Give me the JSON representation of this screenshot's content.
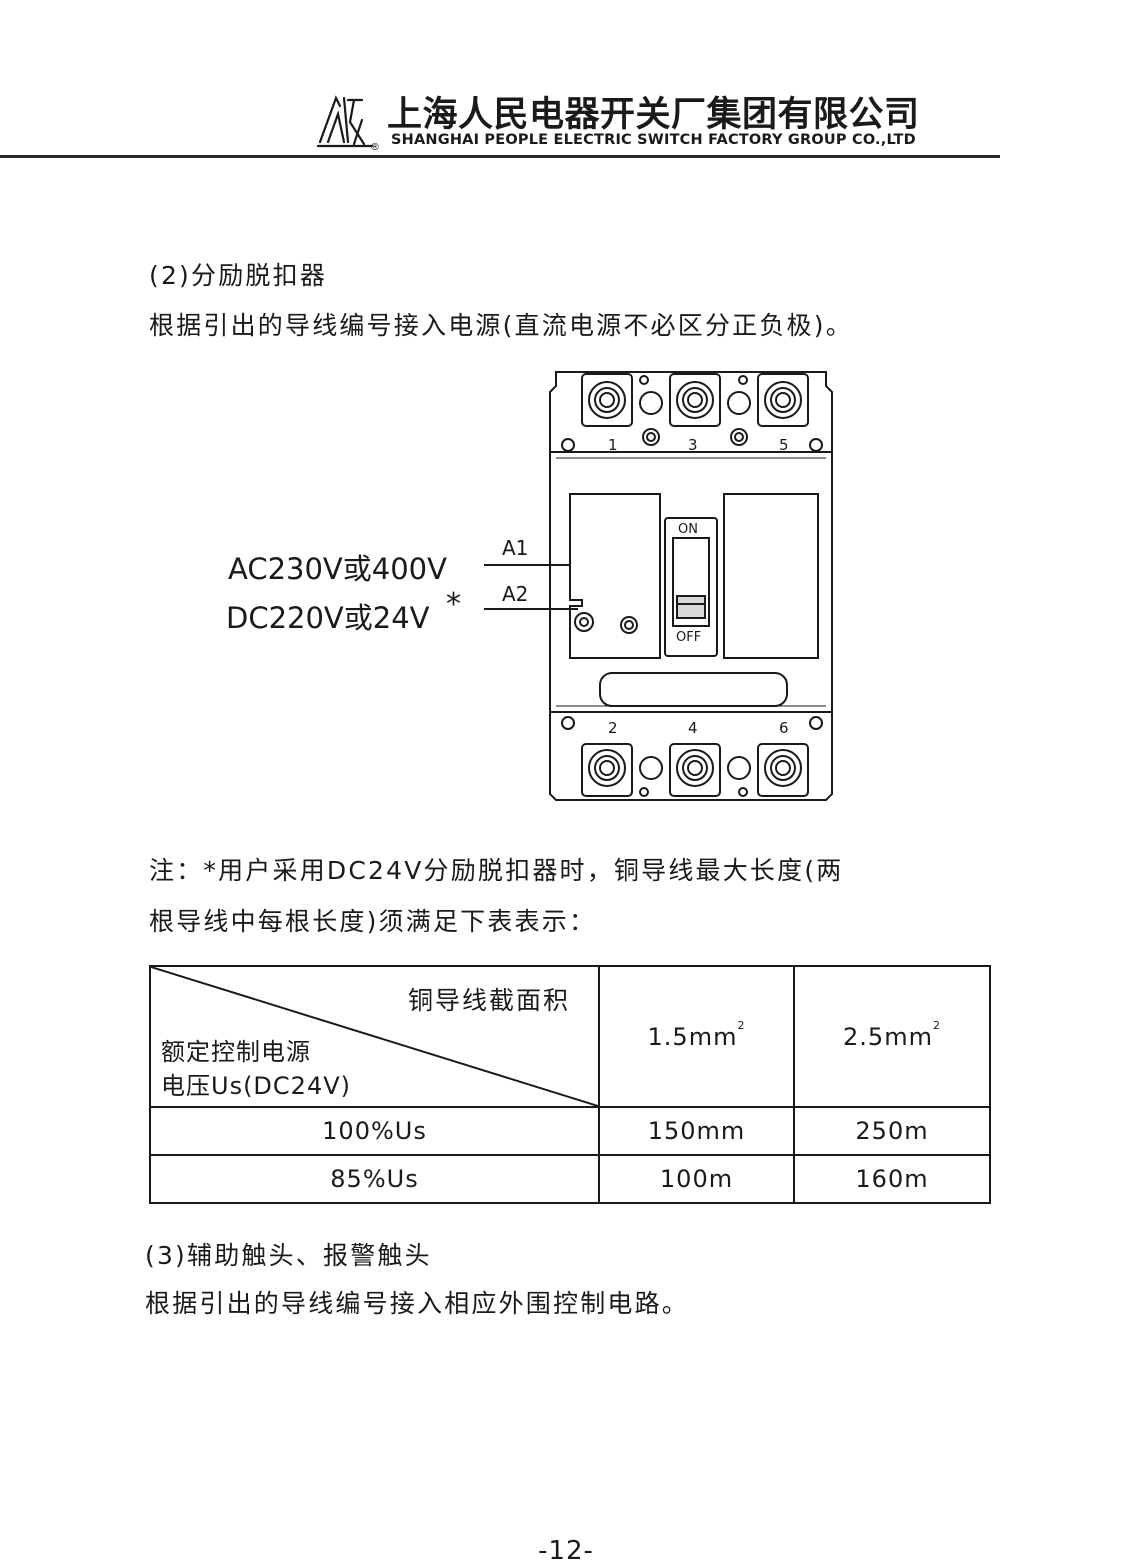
{
  "header": {
    "company_cn": "上海人民电器开关厂集团有限公司",
    "company_en": "SHANGHAI PEOPLE ELECTRIC SWITCH FACTORY GROUP CO.,LTD",
    "registered_mark": "®"
  },
  "section2": {
    "heading": "(2)分励脱扣器",
    "text": "根据引出的导线编号接入电源(直流电源不必区分正负极)。"
  },
  "diagram": {
    "voltage_ac": "AC230V或400V",
    "voltage_dc": "DC220V或24V",
    "asterisk": "*",
    "terminal_a1": "A1",
    "terminal_a2": "A2",
    "switch_on": "ON",
    "switch_off": "OFF",
    "top_terminals": [
      "1",
      "3",
      "5"
    ],
    "bottom_terminals": [
      "2",
      "4",
      "6"
    ]
  },
  "note": {
    "line1": "注：*用户采用DC24V分励脱扣器时，铜导线最大长度(两",
    "line2": "根导线中每根长度)须满足下表表示："
  },
  "table": {
    "corner_top": "铜导线截面积",
    "corner_bottom_line1": "额定控制电源",
    "corner_bottom_line2": "电压Us(DC24V)",
    "columns": [
      "1.5mm",
      "2.5mm"
    ],
    "superscript": "2",
    "rows": [
      {
        "label": "100%Us",
        "values": [
          "150mm",
          "250m"
        ]
      },
      {
        "label": "85%Us",
        "values": [
          "100m",
          "160m"
        ]
      }
    ]
  },
  "section3": {
    "heading": "(3)辅助触头、报警触头",
    "text": "根据引出的导线编号接入相应外围控制电路。"
  },
  "page_number": "-12-"
}
